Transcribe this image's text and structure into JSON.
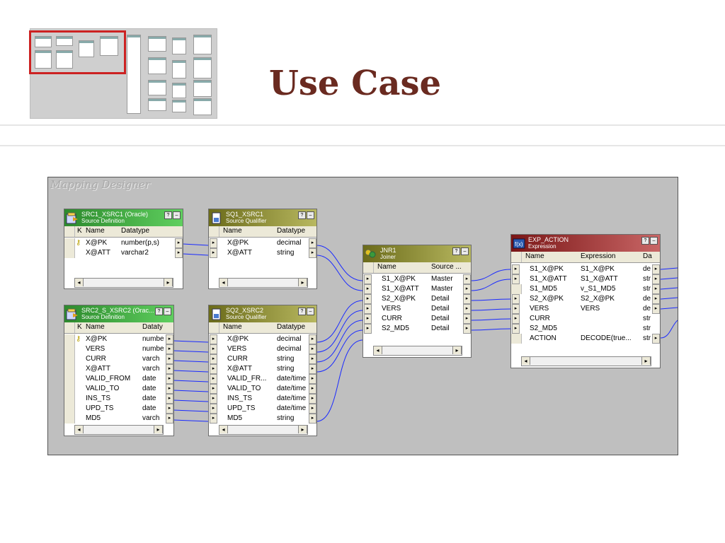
{
  "page": {
    "title": "Use Case"
  },
  "designer": {
    "label": "Mapping Designer"
  },
  "src1": {
    "name": "SRC1_XSRC1 (Oracle)",
    "type": "Source Definition",
    "cols": [
      "K",
      "Name",
      "Datatype"
    ],
    "rows": [
      {
        "key": true,
        "name": "X@PK",
        "dt": "number(p,s)"
      },
      {
        "key": false,
        "name": "X@ATT",
        "dt": "varchar2"
      }
    ]
  },
  "sq1": {
    "name": "SQ1_XSRC1",
    "type": "Source Qualifier",
    "cols": [
      "Name",
      "Datatype"
    ],
    "rows": [
      {
        "name": "X@PK",
        "dt": "decimal"
      },
      {
        "name": "X@ATT",
        "dt": "string"
      }
    ]
  },
  "src2": {
    "name": "SRC2_S_XSRC2 (Orac...",
    "type": "Source Definition",
    "cols": [
      "K",
      "Name",
      "Dataty"
    ],
    "rows": [
      {
        "key": true,
        "name": "X@PK",
        "dt": "numbe"
      },
      {
        "key": false,
        "name": "VERS",
        "dt": "numbe"
      },
      {
        "key": false,
        "name": "CURR",
        "dt": "varch"
      },
      {
        "key": false,
        "name": "X@ATT",
        "dt": "varch"
      },
      {
        "key": false,
        "name": "VALID_FROM",
        "dt": "date"
      },
      {
        "key": false,
        "name": "VALID_TO",
        "dt": "date"
      },
      {
        "key": false,
        "name": "INS_TS",
        "dt": "date"
      },
      {
        "key": false,
        "name": "UPD_TS",
        "dt": "date"
      },
      {
        "key": false,
        "name": "MD5",
        "dt": "varch"
      }
    ]
  },
  "sq2": {
    "name": "SQ2_XSRC2",
    "type": "Source Qualifier",
    "cols": [
      "Name",
      "Datatype"
    ],
    "rows": [
      {
        "name": "X@PK",
        "dt": "decimal"
      },
      {
        "name": "VERS",
        "dt": "decimal"
      },
      {
        "name": "CURR",
        "dt": "string"
      },
      {
        "name": "X@ATT",
        "dt": "string"
      },
      {
        "name": "VALID_FR...",
        "dt": "date/time"
      },
      {
        "name": "VALID_TO",
        "dt": "date/time"
      },
      {
        "name": "INS_TS",
        "dt": "date/time"
      },
      {
        "name": "UPD_TS",
        "dt": "date/time"
      },
      {
        "name": "MD5",
        "dt": "string"
      }
    ]
  },
  "jnr": {
    "name": "JNR1",
    "type": "Joiner",
    "cols": [
      "Name",
      "Source ..."
    ],
    "rows": [
      {
        "name": "S1_X@PK",
        "src": "Master"
      },
      {
        "name": "S1_X@ATT",
        "src": "Master"
      },
      {
        "name": "S2_X@PK",
        "src": "Detail"
      },
      {
        "name": "VERS",
        "src": "Detail"
      },
      {
        "name": "CURR",
        "src": "Detail"
      },
      {
        "name": "S2_MD5",
        "src": "Detail"
      }
    ]
  },
  "exp": {
    "name": "EXP_ACTION",
    "type": "Expression",
    "cols": [
      "Name",
      "Expression",
      "Da"
    ],
    "rows": [
      {
        "name": "S1_X@PK",
        "expr": "S1_X@PK",
        "dt": "de"
      },
      {
        "name": "S1_X@ATT",
        "expr": "S1_X@ATT",
        "dt": "str"
      },
      {
        "name": "S1_MD5",
        "expr": "v_S1_MD5",
        "dt": "str"
      },
      {
        "name": "S2_X@PK",
        "expr": "S2_X@PK",
        "dt": "de"
      },
      {
        "name": "VERS",
        "expr": "VERS",
        "dt": "de"
      },
      {
        "name": "CURR",
        "expr": "",
        "dt": "str"
      },
      {
        "name": "S2_MD5",
        "expr": "",
        "dt": "str"
      },
      {
        "name": "ACTION",
        "expr": "DECODE(true...",
        "dt": "str"
      }
    ]
  },
  "icons": {
    "source": "source-definition-icon",
    "qualifier": "source-qualifier-icon",
    "joiner": "joiner-icon",
    "expression": "expression-icon",
    "key": "key-icon"
  },
  "colors": {
    "title": "#6a2a20",
    "link": "#1a2aff",
    "selection": "#cc2222"
  }
}
